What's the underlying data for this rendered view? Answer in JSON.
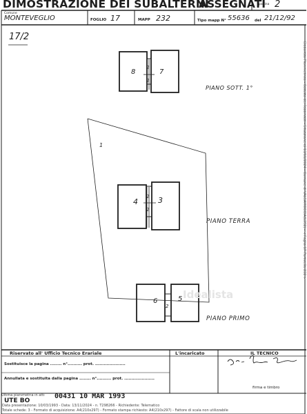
{
  "header": {
    "title": "DIMOSTRAZIONE DEI SUBALTERNI",
    "title_right": "ASSEGNATI",
    "pagina_label": "pagina",
    "pagina_value": "2",
    "comune_label": "Comune",
    "comune_value": "MONTEVEGLIO",
    "foglio_label": "FOGLIO",
    "foglio_value": "17",
    "mapp_label": "MAPP",
    "mapp_value": "232",
    "tipo_label": "Tipo mapp N°",
    "tipo_value": "55636",
    "del_label": "del",
    "del_value": "21/12/92"
  },
  "drawing": {
    "ref": "17/2",
    "floors": [
      {
        "label": "PIANO SOTT. 1°",
        "left_sub": "8",
        "right_sub": "7",
        "corridor_sub": "2"
      },
      {
        "label": "PIANO TERRA",
        "left_sub": "4",
        "right_sub": "3",
        "corridor_sub": "2",
        "area_sub": "1"
      },
      {
        "label": "PIANO PRIMO",
        "left_sub": "6",
        "right_sub": "5",
        "corridor_sub": "2"
      }
    ]
  },
  "footer": {
    "riservato": "Riservato all' Ufficio Tecnico Erariale",
    "sostituisce": "Sostituisce la pagina ........ n°.......... prot. .....................",
    "annullata": "Annullata e sostituita dalla pagina ........ n°.......... prot. .....................",
    "incaricato": "L'incaricato",
    "tecnico": "IL TECNICO",
    "firma": "firma e timbro",
    "stamp": "00431 10 MAR 1993",
    "ute": "UTE BO",
    "prima_planimetria": "Ultima planimetria in atti",
    "data_presentazione": "Data presentazione: 10/03/1993 - Data: 13/11/2024 - n. T298266 - Richiedente: Telematico",
    "totale_schede": "Totale schede: 3 - Formato di acquisizione: A4(210x297) - Formato stampa richiesto: A4(210x297) - Fattore di scala non utilizzabile",
    "side_text": "Elaborato Planimetrico - Catasto dei Fabbricati - Situazione al 13/11/2024 - Comune di VALSAMOGGIA(L392) - < Foglio 17 Particella 232 >",
    "watermark": "Idealista"
  }
}
